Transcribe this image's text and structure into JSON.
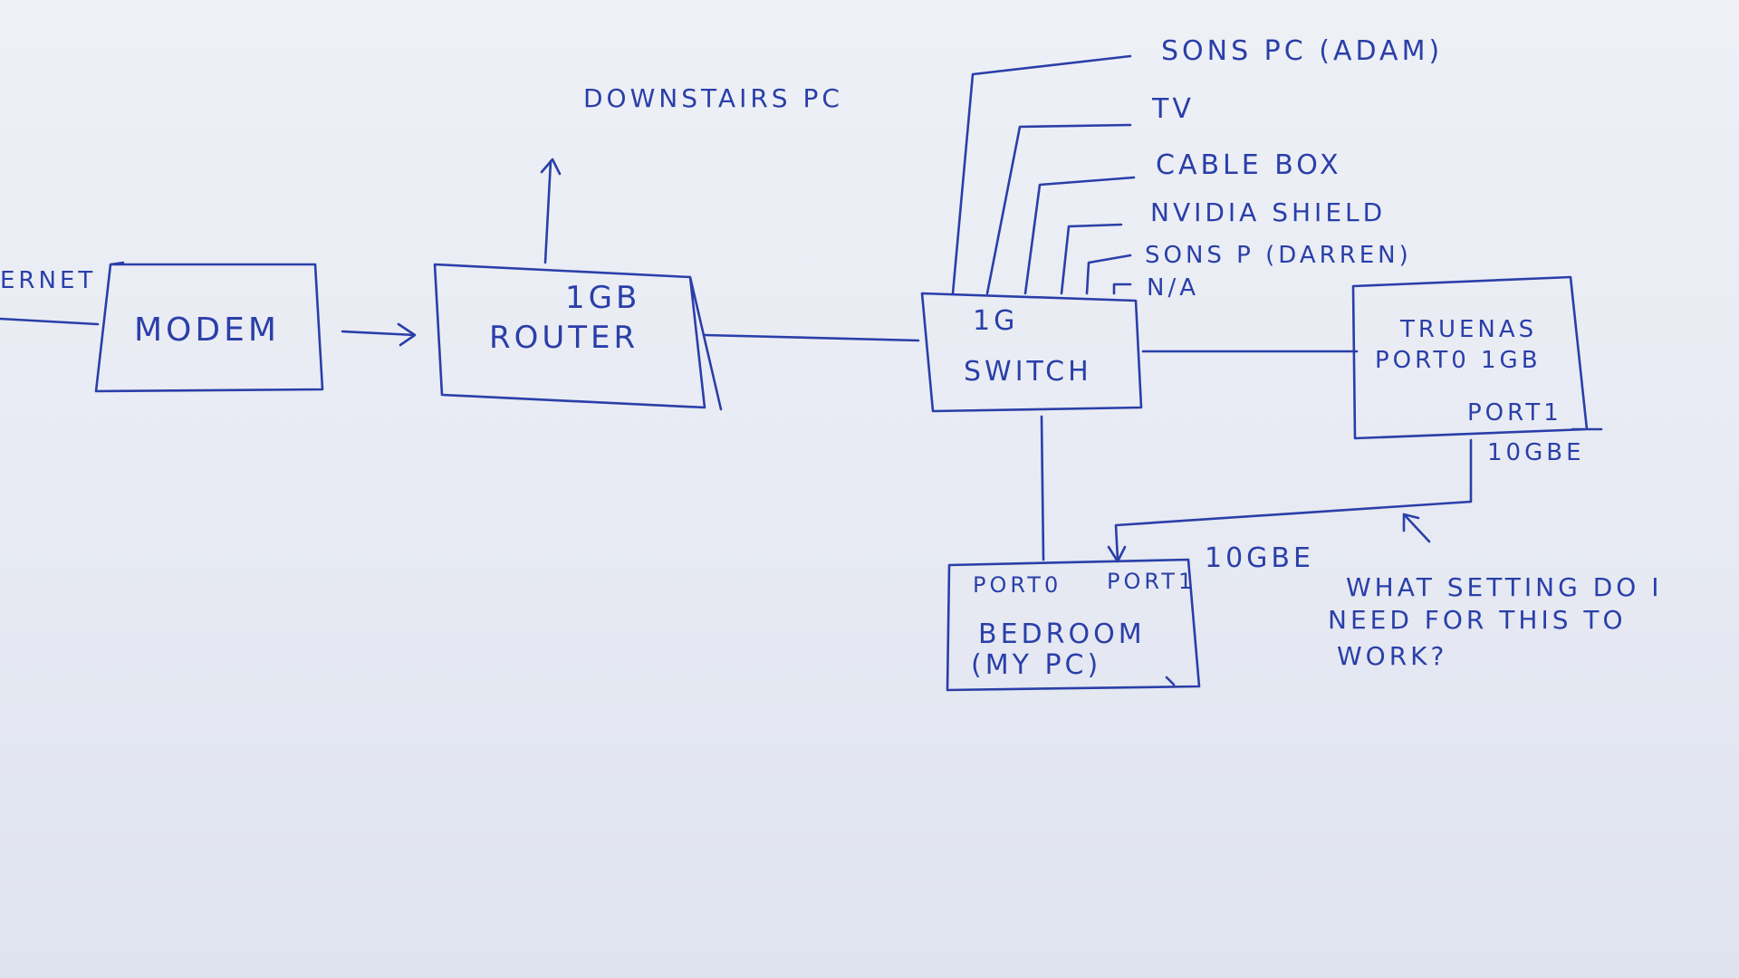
{
  "boxes": {
    "modem": "MODEM",
    "router_line1": "1GB",
    "router_line2": "ROUTER",
    "switch_line1": "1G",
    "switch_line2": "SWITCH",
    "truenas_line1": "TRUENAS",
    "truenas_line2": "PORT0 1GB",
    "truenas_line3": "PORT1",
    "bedroom_port0": "PORT0",
    "bedroom_port1": "PORT1",
    "bedroom_line1": "BEDROOM",
    "bedroom_line2": "(MY PC)"
  },
  "labels": {
    "internet": "ERNET",
    "downstairs_pc": "DOWNSTAIRS PC",
    "sons_pc_adam": "SONS PC (ADAM)",
    "tv": "TV",
    "cable_box": "CABLE BOX",
    "nvidia_shield": "NVIDIA SHIELD",
    "sons_pc_darren": "SONS P (DARREN)",
    "na": "N/A",
    "tengbe_truenas": "10GBE",
    "tengbe_bedroom": "10GBE",
    "question_1": "WHAT SETTING DO I",
    "question_2": "NEED FOR THIS TO",
    "question_3": "WORK?"
  },
  "colors": {
    "ink": "#2a3fa8",
    "paper": "#e9ecf4"
  }
}
